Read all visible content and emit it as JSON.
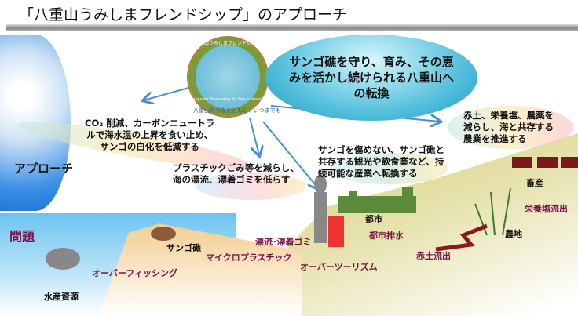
{
  "title": "「八重山うみしまフレンドシップ」のアプローチ",
  "logo": {
    "name_jp": "八重山うみしまフレンドシップ",
    "name_en": "Yaeyama Friendship for Sea & Islands",
    "tagline": "八重山のうみとともに、いつまでも"
  },
  "vision": "サンゴ礁を守り、育み、その恵みを活かし続けられる八重山への転換",
  "approach_label": "アプローチ",
  "problem_label": "問題",
  "approaches": [
    {
      "lines": [
        "CO₂ 削減、カーボンニュートラ",
        "ルで海水温の上昇を食い止め、",
        "サンゴの白化を低減する"
      ]
    },
    {
      "lines": [
        "プラスチックごみ等を減らし、",
        "海の漂流、漂着ゴミを低らす"
      ]
    },
    {
      "lines": [
        "サンゴを傷めない、サンゴ礁と",
        "共存する観光や飲食業など、持",
        "続可能な産業へ転換する"
      ]
    },
    {
      "lines": [
        "赤土、栄養塩、農薬を",
        "減らし、海と共存する",
        "農業を推進する"
      ]
    }
  ],
  "places": {
    "fish": "水産資源",
    "coral": "サンゴ礁",
    "city": "都市",
    "farm": "農地",
    "livestock": "畜産"
  },
  "problems": {
    "overfishing": "オーバーフィッシング",
    "microplastic": "マイクロプラスチック",
    "drift": "漂流･漂着ゴミ",
    "overtourism": "オーバーツーリズム",
    "urban_waste": "都市排水",
    "red_soil": "赤土流出",
    "nutrient": "栄養塩流出"
  }
}
